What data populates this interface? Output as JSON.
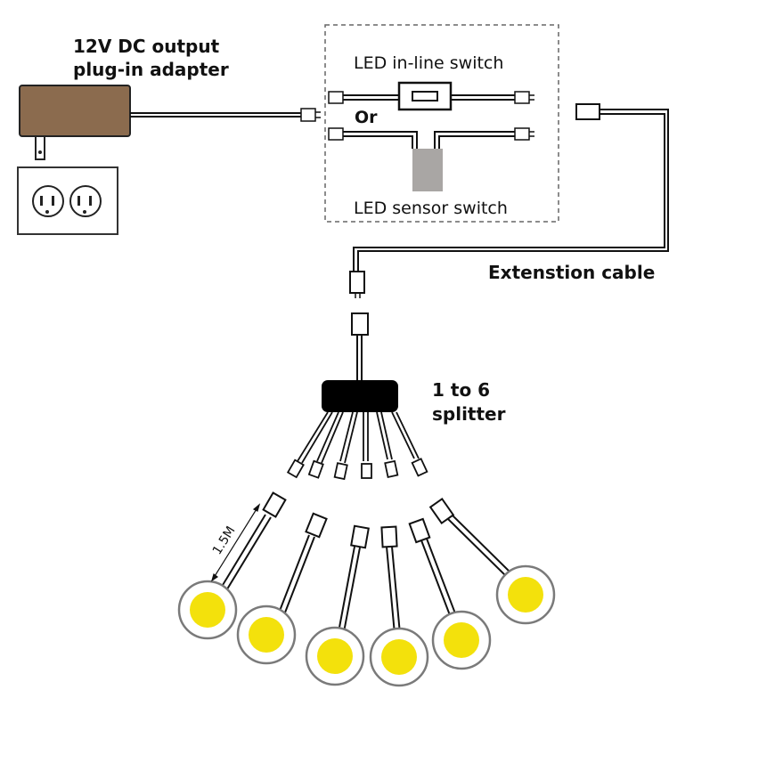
{
  "labels": {
    "adapter_line1": "12V DC output",
    "adapter_line2": "plug-in adapter",
    "inline_switch": "LED in-line switch",
    "or": "Or",
    "sensor_switch": "LED sensor switch",
    "extension_cable": "Extenstion cable",
    "splitter_line1": "1 to 6",
    "splitter_line2": "splitter",
    "cable_length": "1.5M"
  },
  "colors": {
    "adapter": "#8b6b4e",
    "sensor": "#a9a6a4",
    "splitter": "#000000",
    "led_fill": "#f3e10c",
    "led_ring": "#7a7a7a",
    "wire": "#111111"
  },
  "icons": {
    "outlet": "duplex-outlet-icon",
    "led": "puck-light-icon"
  }
}
